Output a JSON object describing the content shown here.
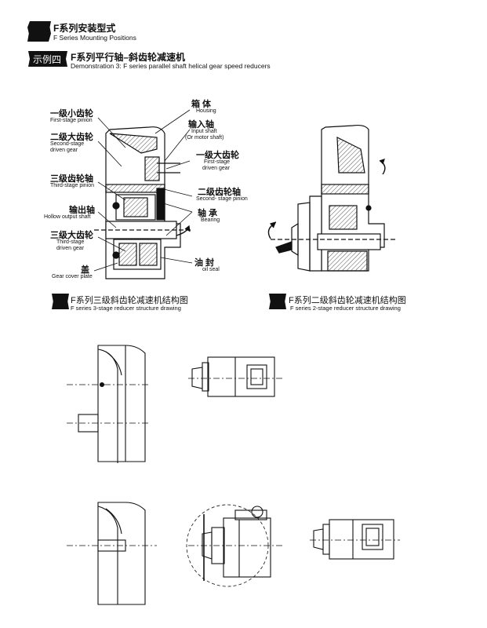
{
  "header": {
    "title_cn": "F系列安装型式",
    "title_en": "F Series Mounting Positions"
  },
  "example": {
    "badge": "示例四",
    "title_cn": "F系列平行轴–斜齿轮减速机",
    "title_en": "Demonstration 3:  F series parallel shaft helical gear speed reducers"
  },
  "labels": {
    "first_pinion_cn": "一级小齿轮",
    "first_pinion_en": "First-stage pinion",
    "second_driven_cn": "二级大齿轮",
    "second_driven_en1": "Second-stage",
    "second_driven_en2": "driven gear",
    "third_pinion_cn": "三级齿轮轴",
    "third_pinion_en": "Third-stage pinion",
    "output_shaft_cn": "输出轴",
    "output_shaft_en": "Hollow output shaft",
    "third_driven_cn": "三级大齿轮",
    "third_driven_en1": "Third-stage",
    "third_driven_en2": "driven gear",
    "cover_cn": "盖",
    "cover_en": "Gear cover plate",
    "housing_cn": "箱  体",
    "housing_en": "Housing",
    "input_shaft_cn": "输入轴",
    "input_shaft_en1": "Input shaft",
    "input_shaft_en2": "(Or motor shaft)",
    "first_driven_cn": "一级大齿轮",
    "first_driven_en1": "First-stage",
    "first_driven_en2": "driven gear",
    "second_pinion_cn": "二级齿轮轴",
    "second_pinion_en": "Second- stage pinion",
    "bearing_cn": "轴  承",
    "bearing_en": "Bearing",
    "oil_seal_cn": "油  封",
    "oil_seal_en": "oil seal"
  },
  "captions": {
    "three_stage_cn": "F系列三级斜齿轮减速机结构图",
    "three_stage_en": "F series 3-stage reducer structure drawing",
    "two_stage_cn": "F系列二级斜齿轮减速机结构图",
    "two_stage_en": "F series 2-stage reducer structure drawing"
  },
  "colors": {
    "ink": "#111111",
    "paper": "#ffffff",
    "hatch": "#555555"
  }
}
